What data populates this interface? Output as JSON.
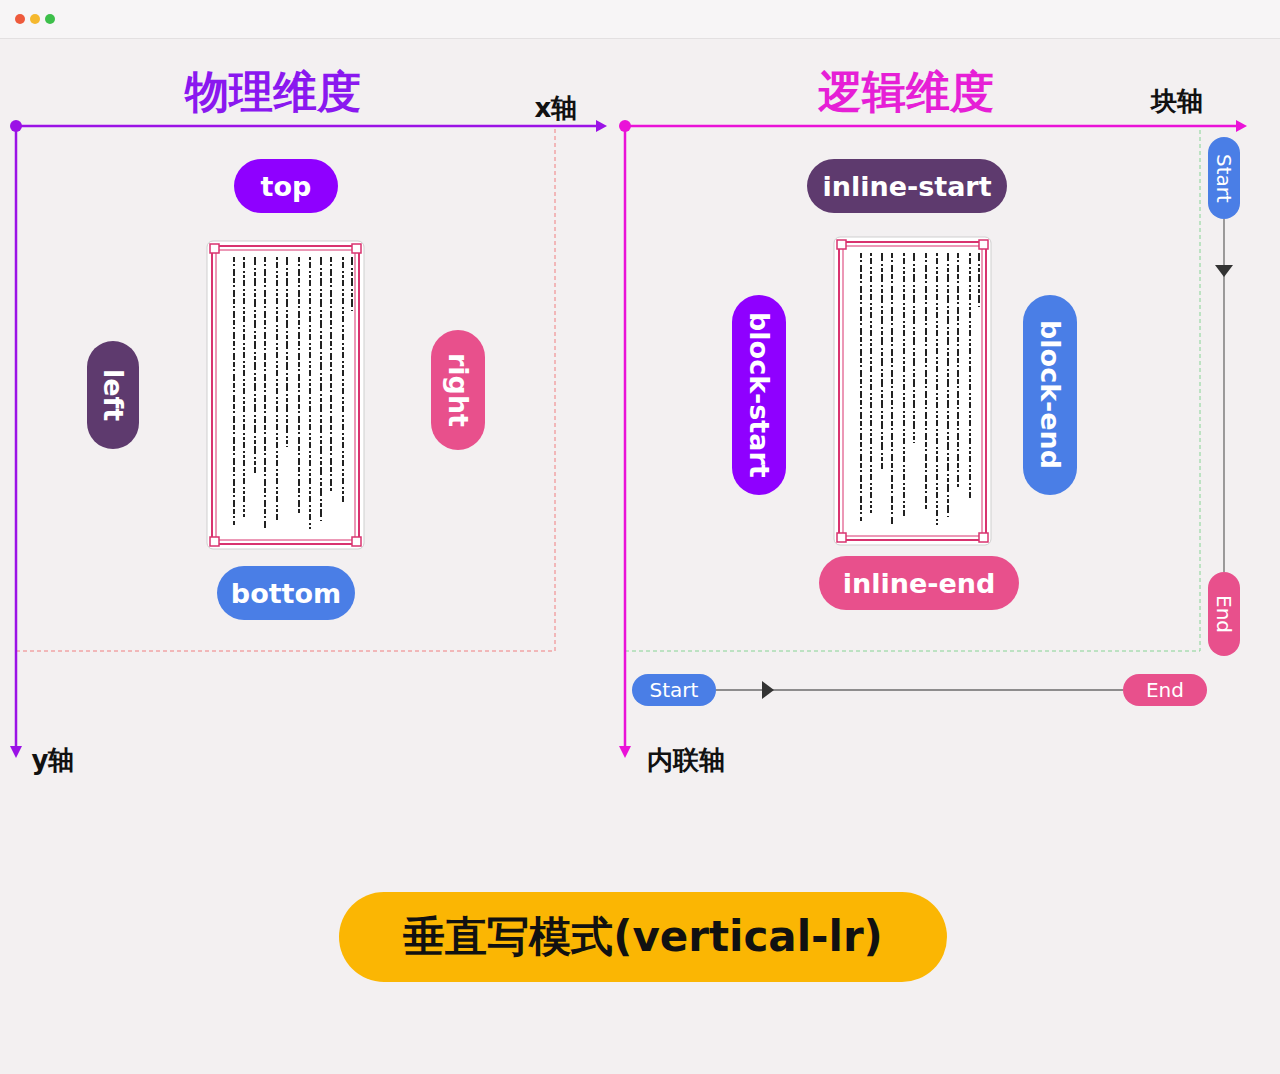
{
  "diagram": {
    "nodes": [
      {
        "text": [
          "top"
        ]
      },
      {
        "text": [
          "left"
        ]
      },
      {
        "text": [
          "right"
        ]
      },
      {
        "text": [
          "bottom"
        ]
      },
      {
        "text": [
          "inline-start"
        ]
      },
      {
        "text": [
          "Start"
        ]
      },
      {
        "text": [
          "block-start"
        ]
      },
      {
        "text": [
          "block-end"
        ]
      },
      {
        "text": [
          "inline-end"
        ]
      },
      {
        "text": [
          "End"
        ]
      },
      {
        "text": [
          "Start"
        ]
      },
      {
        "text": [
          "End"
        ]
      },
      {
        "text": [
          "垂直写模式(vertical-lr)"
        ]
      }
    ],
    "edges": [
      {
        "from": 5,
        "to": 9,
        "arrow": "to"
      },
      {
        "from": 10,
        "to": 11,
        "arrow": "to"
      }
    ],
    "labels": [
      "物理维度",
      "x轴",
      "y轴",
      "逻辑维度",
      "块轴",
      "内联轴"
    ]
  }
}
